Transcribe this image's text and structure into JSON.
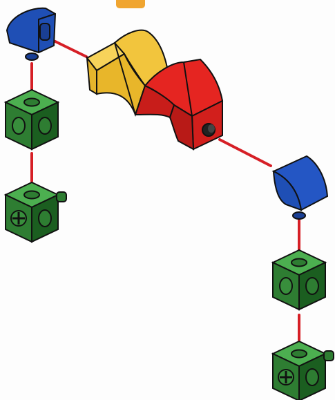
{
  "diagram": {
    "connector_color": "#d61f26",
    "colors": {
      "green": "#2e7d32",
      "blue": "#1f4fb5",
      "yellow": "#f2c53d",
      "red": "#e52521",
      "orange": "#f0a530",
      "outline": "#111111"
    },
    "pieces": [
      {
        "name": "blue-curved-piece-left",
        "color": "blue"
      },
      {
        "name": "green-cube-left-upper",
        "color": "green"
      },
      {
        "name": "green-cube-left-lower",
        "color": "green"
      },
      {
        "name": "yellow-curved-piece",
        "color": "yellow"
      },
      {
        "name": "red-curved-piece",
        "color": "red"
      },
      {
        "name": "blue-curved-piece-right",
        "color": "blue"
      },
      {
        "name": "green-cube-right-upper",
        "color": "green"
      },
      {
        "name": "green-cube-right-lower",
        "color": "green"
      }
    ]
  }
}
